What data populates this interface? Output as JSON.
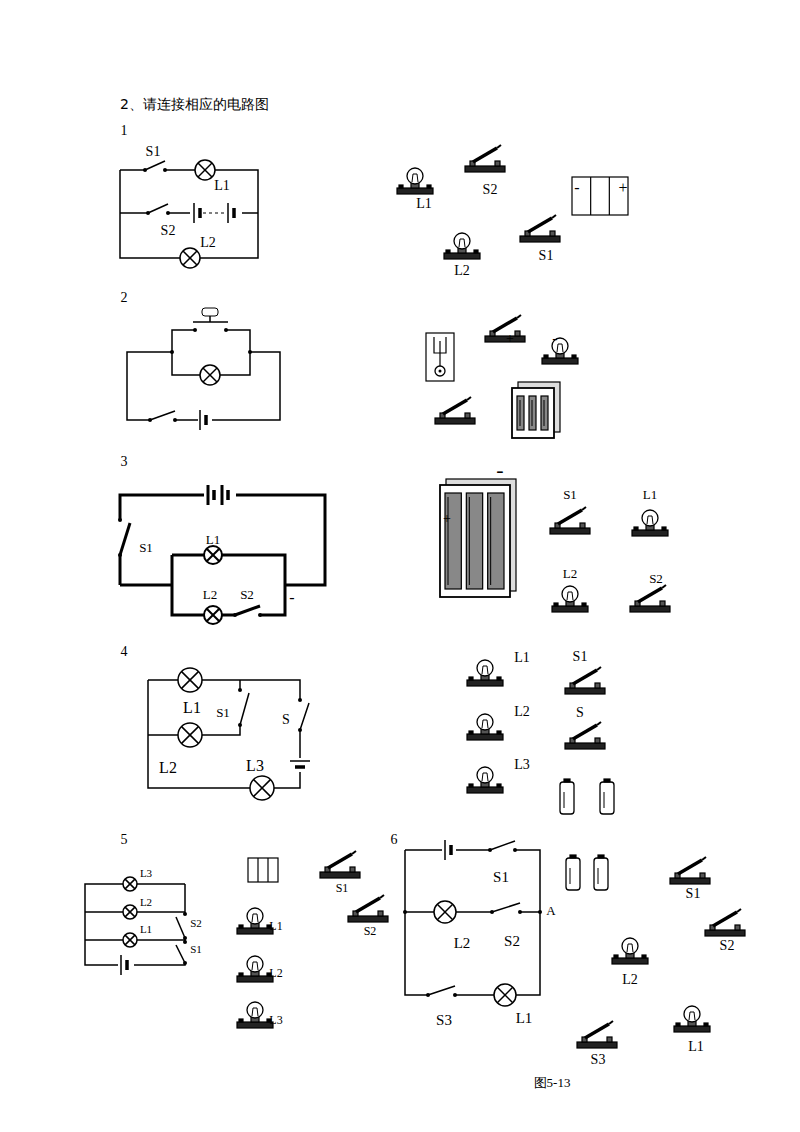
{
  "diagram": {
    "title": "2、请连接相应的电路图",
    "labels": [
      "1",
      "S1",
      "L1",
      "S2",
      "L2",
      "L1",
      "S2",
      "-",
      "+",
      "L2",
      "S1",
      "2",
      "+",
      "-",
      "3",
      "S1",
      "L1",
      "L2",
      "S2",
      "-",
      "-",
      "+",
      "S1",
      "L1",
      "L2",
      "S2",
      "4",
      "L1",
      "S1",
      "S",
      "L2",
      "L3",
      "L1",
      "S1",
      "L2",
      "S",
      "L3",
      "5",
      "L3",
      "L2",
      "S2",
      "L1",
      "S1",
      "S1",
      "L1",
      "S2",
      "L2",
      "L3",
      "6",
      "S1",
      "L2",
      "S2",
      "A",
      "S3",
      "L1",
      "S1",
      "S2",
      "L2",
      "S3",
      "L1",
      "图5-13"
    ]
  }
}
